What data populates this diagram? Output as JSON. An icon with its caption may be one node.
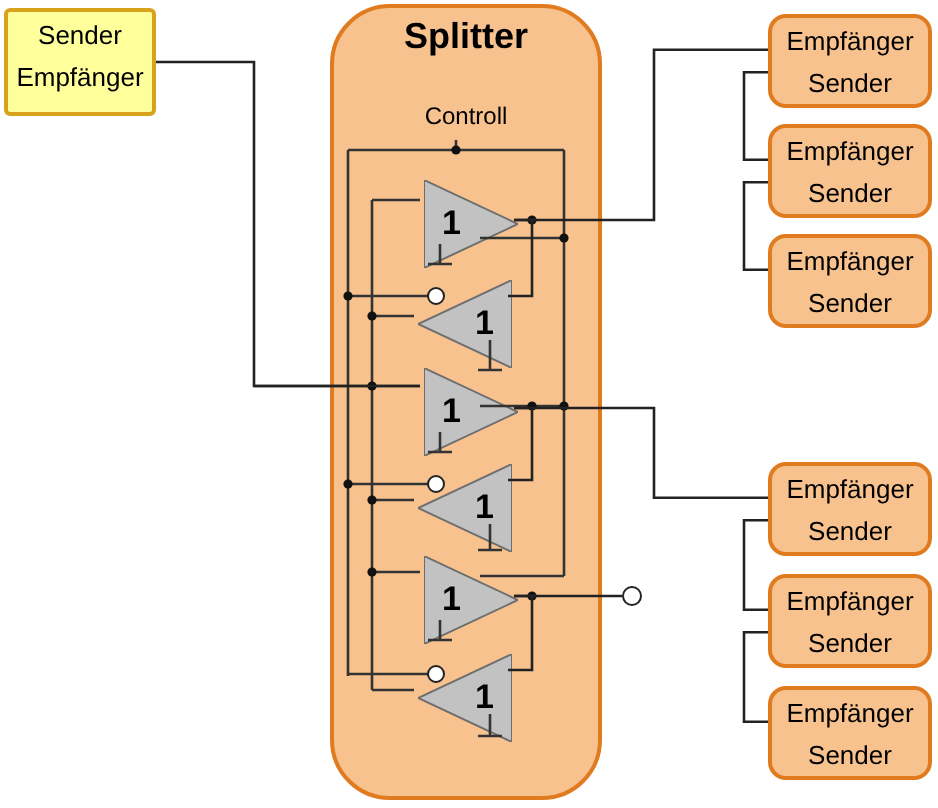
{
  "diagram": {
    "nodes": [
      {
        "text": [
          "Sender Empfänger"
        ]
      },
      {
        "text": [
          "Splitter"
        ]
      },
      {
        "text": [
          "1"
        ],
        "in": 1
      },
      {
        "text": [
          "1"
        ],
        "in": 1
      },
      {
        "text": [
          "1"
        ],
        "in": 1
      },
      {
        "text": [
          "1"
        ],
        "in": 1
      },
      {
        "text": [
          "1"
        ],
        "in": 1
      },
      {
        "text": [
          "1"
        ],
        "in": 1
      },
      {
        "text": [
          "Empfänger Sender"
        ]
      },
      {
        "text": [
          "Empfänger Sender"
        ]
      },
      {
        "text": [
          "Empfänger Sender"
        ]
      },
      {
        "text": [
          "Empfänger Sender"
        ]
      },
      {
        "text": [
          "Empfänger Sender"
        ]
      },
      {
        "text": [
          "Empfänger Sender"
        ]
      },
      {
        "text": [],
        "shape": "circle"
      }
    ],
    "edges": [
      {
        "from": 0,
        "to": 4,
        "arrow": "none"
      },
      {
        "from": 2,
        "to": 8,
        "arrow": "none"
      },
      {
        "from": 8,
        "to": 9,
        "arrow": "none"
      },
      {
        "from": 9,
        "to": 10,
        "arrow": "none"
      },
      {
        "from": 4,
        "to": 11,
        "arrow": "none"
      },
      {
        "from": 11,
        "to": 12,
        "arrow": "none"
      },
      {
        "from": 12,
        "to": 13,
        "arrow": "none"
      },
      {
        "from": 6,
        "to": 14,
        "arrow": "none"
      },
      {
        "from": 3,
        "to": 2,
        "arrow": "none"
      },
      {
        "from": 5,
        "to": 4,
        "arrow": "none"
      },
      {
        "from": 7,
        "to": 6,
        "arrow": "none"
      }
    ],
    "labels": [
      "Controll"
    ]
  }
}
